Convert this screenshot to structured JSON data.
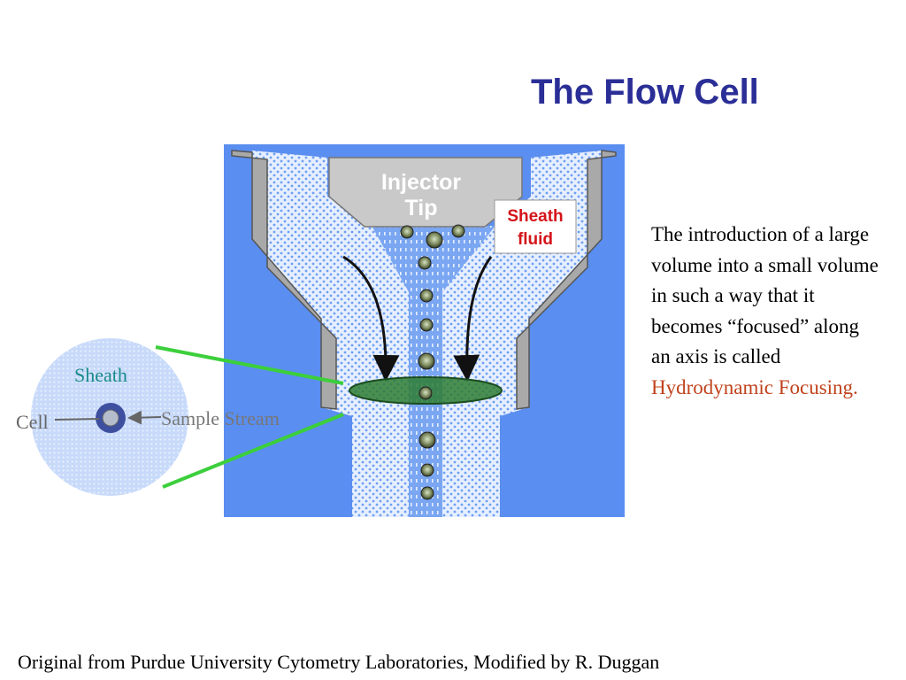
{
  "title": "The Flow Cell",
  "diagram": {
    "injector_label_line1": "Injector",
    "injector_label_line2": "Tip",
    "sheath_fluid_line1": "Sheath",
    "sheath_fluid_line2": "fluid"
  },
  "cross_section": {
    "sheath_label": "Sheath",
    "cell_label": "Cell",
    "sample_stream_label": "Sample Stream"
  },
  "description": {
    "text": "The introduction of a large volume into a small volume in such a way that it becomes “focused” along an axis is called",
    "highlight": "Hydrodynamic Focusing."
  },
  "footer": "Original from Purdue University Cytometry Laboratories, Modified by R. Duggan",
  "colors": {
    "title": "#2a2e96",
    "panel_bg": "#5a8ef0",
    "walls": "#a9a9a9",
    "highlight_text": "#c0421c",
    "green_lines": "#3ccf3c",
    "lens": "#2e7d32"
  }
}
